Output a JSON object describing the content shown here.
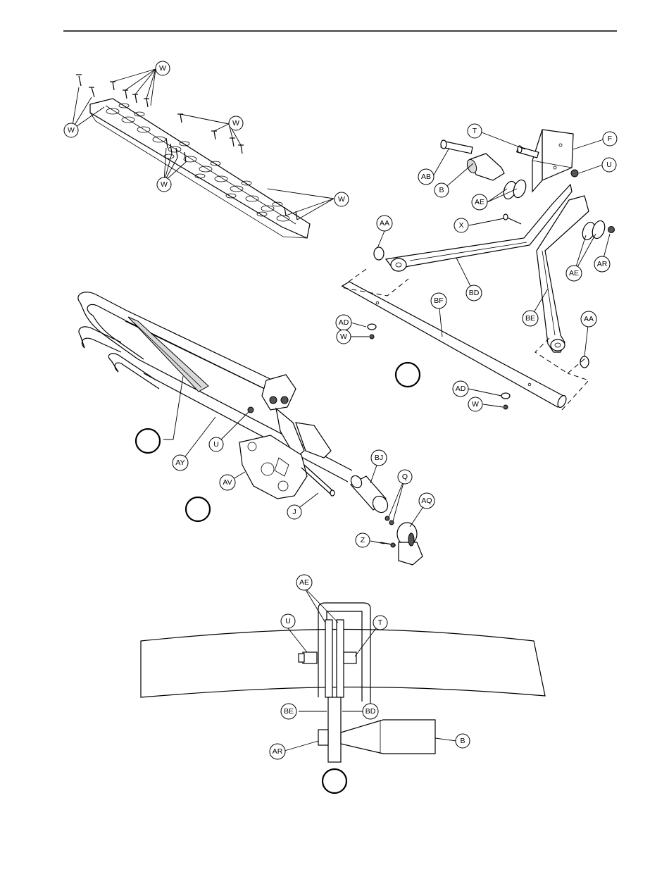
{
  "callouts": {
    "w": "W",
    "t": "T",
    "f": "F",
    "u": "U",
    "ab": "AB",
    "b": "B",
    "ae": "AE",
    "aa": "AA",
    "x": "X",
    "ar": "AR",
    "bd": "BD",
    "bf": "BF",
    "be": "BE",
    "ad": "AD",
    "ay": "AY",
    "av": "AV",
    "bj": "BJ",
    "q": "Q",
    "aq": "AQ",
    "j": "J",
    "z": "Z"
  }
}
